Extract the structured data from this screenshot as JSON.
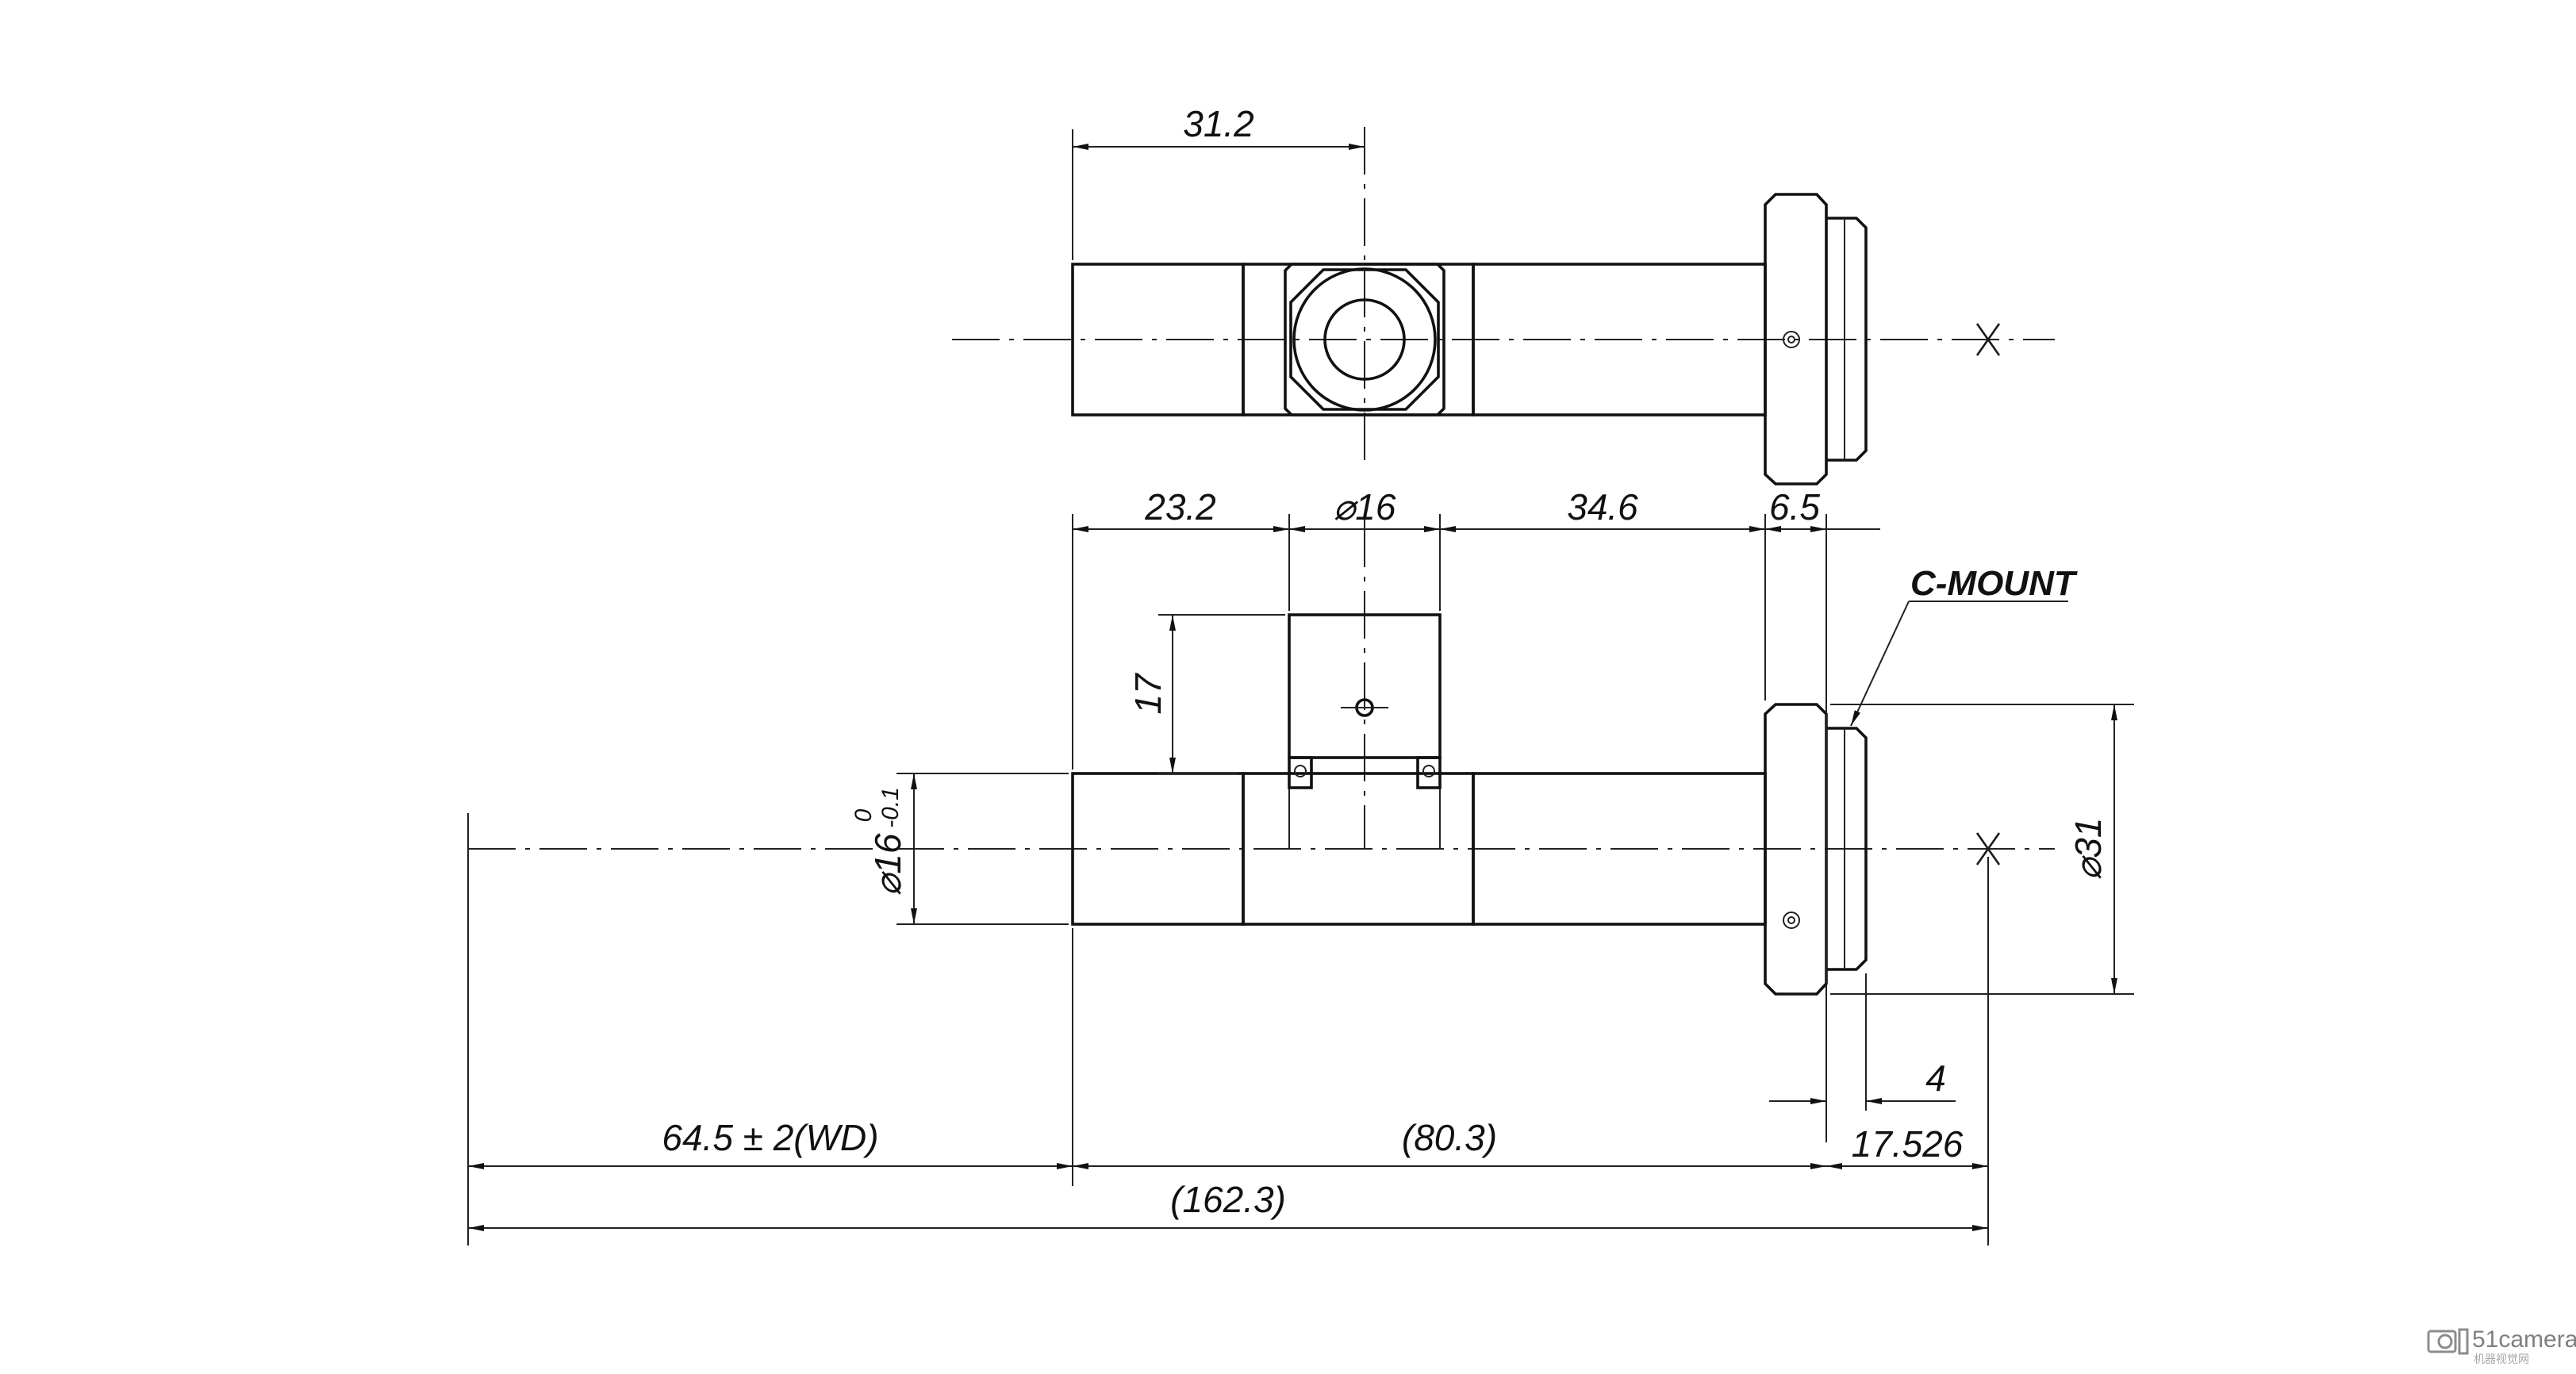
{
  "drawing": {
    "top_view": {
      "dim_length": "31.2"
    },
    "side_view": {
      "dim_1": "23.2",
      "dim_2": "⌀16",
      "dim_3": "34.6",
      "dim_4": "6.5",
      "dim_height": "17",
      "dim_dia_main": "⌀16",
      "dim_dia_tol_upper": "0",
      "dim_dia_tol_lower": "-0.1",
      "dim_dia_mount": "⌀31",
      "callout_mount": "C-MOUNT",
      "dim_thread": "4",
      "dim_flange_back": "17.526",
      "dim_wd": "64.5 ± 2(WD)",
      "dim_body": "(80.3)",
      "dim_total": "(162.3)"
    }
  },
  "watermark": {
    "brand": "51camera",
    "subtitle": "机器视觉网"
  }
}
